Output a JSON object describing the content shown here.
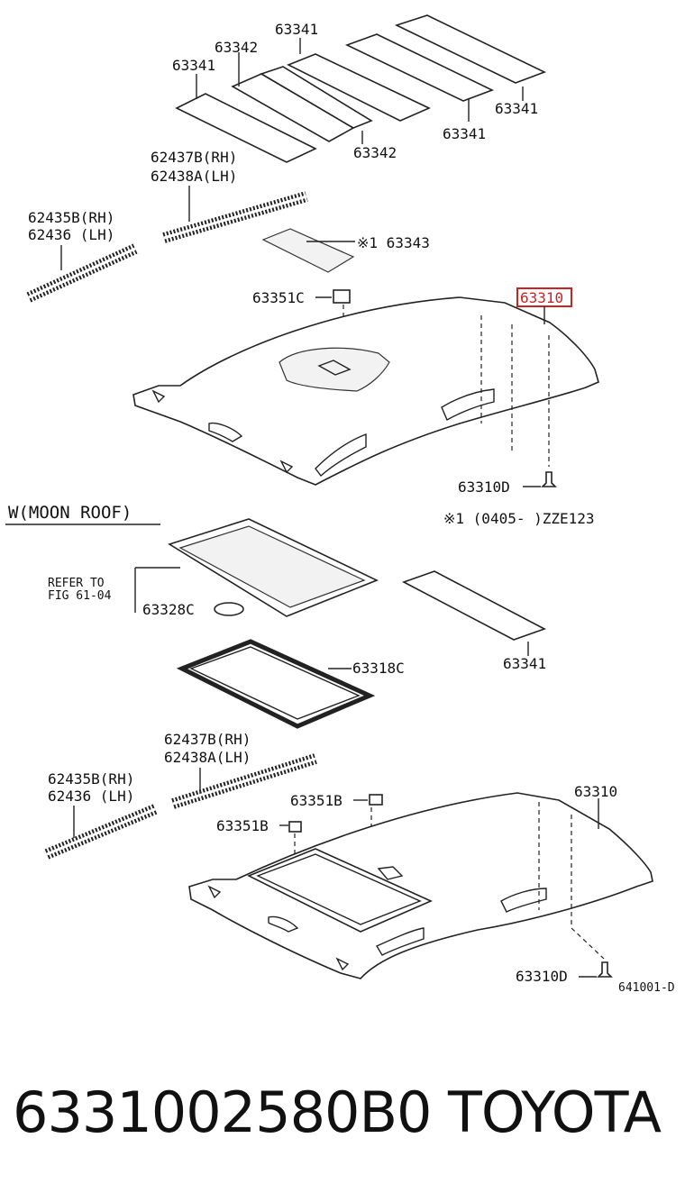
{
  "labels": {
    "l_63341_a": "63341",
    "l_63342_a": "63342",
    "l_63341_b": "63341",
    "l_63341_c": "63341",
    "l_63341_d": "63341",
    "l_63342_b": "63342",
    "l_62437b_rh_a": "62437B(RH)",
    "l_62438a_lh_a": "62438A(LH)",
    "l_62435b_rh_a": "62435B(RH)",
    "l_62436_lh_a": "62436  (LH)",
    "l_63343": "※1 63343",
    "l_63351c": "63351C",
    "l_63310_highlight": "63310",
    "l_63310d_a": "63310D",
    "l_note": "※1 (0405-     )ZZE123",
    "l_section": "W(MOON  ROOF)",
    "l_refer_to": "REFER TO",
    "l_fig": "FIG  61-04",
    "l_63328c": "63328C",
    "l_63341_e": "63341",
    "l_63318c": "63318C",
    "l_62437b_rh_b": "62437B(RH)",
    "l_62438a_lh_b": "62438A(LH)",
    "l_62435b_rh_b": "62435B(RH)",
    "l_62436_lh_b": "62436  (LH)",
    "l_63351b_a": "63351B",
    "l_63351b_b": "63351B",
    "l_63310_b": "63310",
    "l_63310d_b": "63310D",
    "l_fig_id": "641001-D"
  },
  "footer": {
    "part_number": "6331002580B0",
    "brand": "TOYOTA"
  },
  "colors": {
    "highlight": "#cc2222",
    "ink": "#222222"
  }
}
